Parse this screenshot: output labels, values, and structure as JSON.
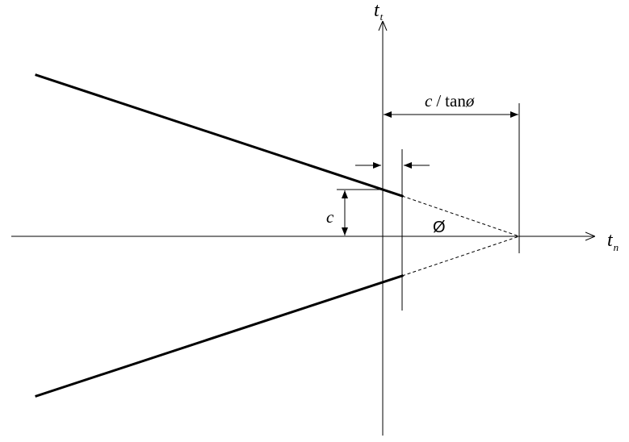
{
  "labels": {
    "vertical_axis": {
      "main": "t",
      "sub": "t"
    },
    "horizontal_axis": {
      "main": "t",
      "sub": "n"
    },
    "dimension_c": "c",
    "dimension_c_over_tan": {
      "c": "c",
      "slash": "/",
      "func": "tan",
      "phi": "ø"
    },
    "angle_phi": "Ø"
  },
  "colors": {
    "line": "#000000",
    "background": "#ffffff"
  }
}
